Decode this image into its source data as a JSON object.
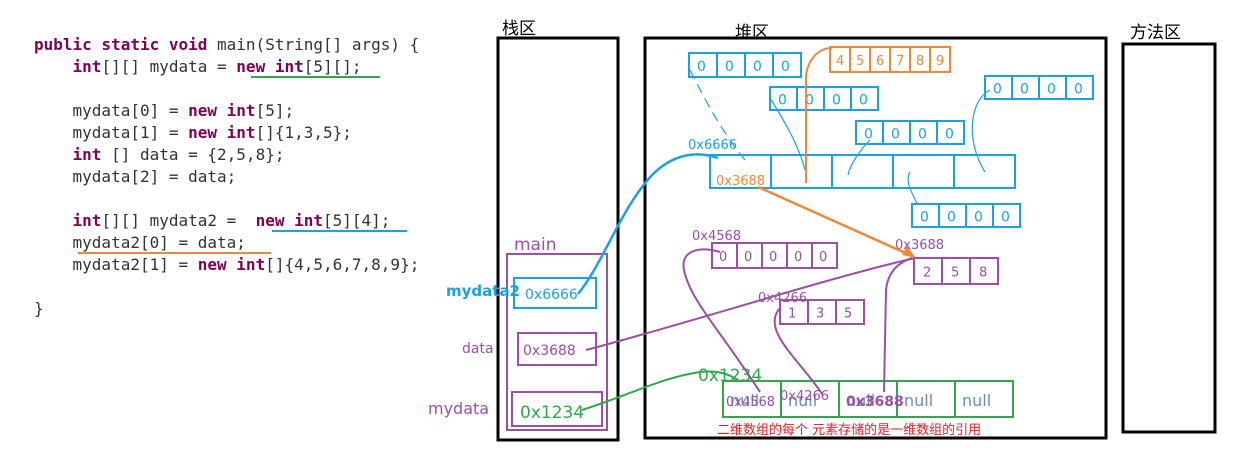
{
  "code": {
    "lines": [
      [
        {
          "k": 1,
          "t": "public static void"
        },
        {
          "k": 0,
          "t": " main(String[] args) {"
        }
      ],
      [
        {
          "k": 1,
          "t": "    int"
        },
        {
          "k": 0,
          "t": "[][] mydata = "
        },
        {
          "k": 1,
          "t": "new int"
        },
        {
          "k": 0,
          "t": "[5][];"
        }
      ],
      [],
      [
        {
          "k": 0,
          "t": "    mydata[0] = "
        },
        {
          "k": 1,
          "t": "new int"
        },
        {
          "k": 0,
          "t": "[5];"
        }
      ],
      [
        {
          "k": 0,
          "t": "    mydata[1] = "
        },
        {
          "k": 1,
          "t": "new int"
        },
        {
          "k": 0,
          "t": "[]{1,3,5};"
        }
      ],
      [
        {
          "k": 1,
          "t": "    int"
        },
        {
          "k": 0,
          "t": " [] data = {2,5,8};"
        }
      ],
      [
        {
          "k": 0,
          "t": "    mydata[2] = data;"
        }
      ],
      [],
      [
        {
          "k": 1,
          "t": "    int"
        },
        {
          "k": 0,
          "t": "[][] mydata2 =  "
        },
        {
          "k": 1,
          "t": "new int"
        },
        {
          "k": 0,
          "t": "[5][4];"
        }
      ],
      [
        {
          "k": 0,
          "t": "    mydata2[0] = data;"
        }
      ],
      [
        {
          "k": 0,
          "t": "    mydata2[1] = "
        },
        {
          "k": 1,
          "t": "new int"
        },
        {
          "k": 0,
          "t": "[]{4,5,6,7,8,9};"
        }
      ],
      [],
      [
        {
          "k": 0,
          "t": "}"
        }
      ]
    ]
  },
  "regions": {
    "stack": "栈区",
    "heap": "堆区",
    "method": "方法区"
  },
  "stack": {
    "frame": "main",
    "vars": [
      {
        "label": "mydata2",
        "value": "0x6666"
      },
      {
        "label": "data",
        "value": "0x3688"
      },
      {
        "label": "mydata",
        "value": "0x1234"
      }
    ]
  },
  "heap": {
    "outer_mydata": {
      "address": "0x1234",
      "cells": [
        "null",
        "null",
        "null",
        "null",
        "null"
      ],
      "overlays": [
        "0x4568",
        "0x4266",
        "0x3688"
      ]
    },
    "arr_4568": {
      "address": "0x4568",
      "cells": [
        "0",
        "0",
        "0",
        "0",
        "0"
      ]
    },
    "arr_4266": {
      "address": "0x4266",
      "cells": [
        "1",
        "3",
        "5"
      ]
    },
    "arr_3688": {
      "address": "0x3688",
      "cells": [
        "2",
        "5",
        "8"
      ]
    },
    "outer_mydata2": {
      "address": "0x6666",
      "first_cell": "0x3688"
    },
    "arr_orange": {
      "cells": [
        "4",
        "5",
        "6",
        "7",
        "8",
        "9"
      ]
    },
    "blue_arrays": [
      [
        "0",
        "0",
        "0",
        "0"
      ],
      [
        "0",
        "0",
        "0",
        "0"
      ],
      [
        "0",
        "0",
        "0",
        "0"
      ],
      [
        "0",
        "0",
        "0",
        "0"
      ],
      [
        "0",
        "0",
        "0",
        "0"
      ]
    ]
  },
  "caption": "二维数组的每个 元素存储的是一维数组的引用",
  "colors": {
    "blue": "#1ba1e2",
    "orange": "#f0883a",
    "purple": "#9b4fa5",
    "green": "#2ea84a",
    "red": "#e8202a",
    "black": "#000000"
  }
}
